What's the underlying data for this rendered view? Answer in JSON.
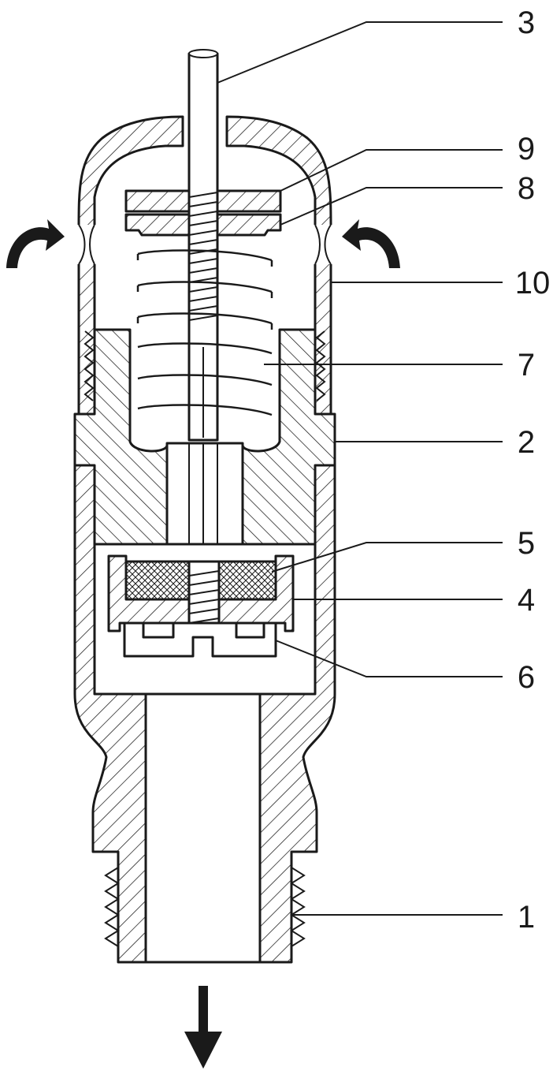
{
  "callouts": [
    {
      "id": "3",
      "label": "3"
    },
    {
      "id": "9",
      "label": "9"
    },
    {
      "id": "8",
      "label": "8"
    },
    {
      "id": "10",
      "label": "10"
    },
    {
      "id": "7",
      "label": "7"
    },
    {
      "id": "2",
      "label": "2"
    },
    {
      "id": "5",
      "label": "5"
    },
    {
      "id": "4",
      "label": "4"
    },
    {
      "id": "6",
      "label": "6"
    },
    {
      "id": "1",
      "label": "1"
    }
  ],
  "colors": {
    "line": "#1a1a1a",
    "background": "#ffffff"
  },
  "icons": [
    "flow-arrow-left-icon",
    "flow-arrow-right-icon",
    "outflow-arrow-icon"
  ]
}
